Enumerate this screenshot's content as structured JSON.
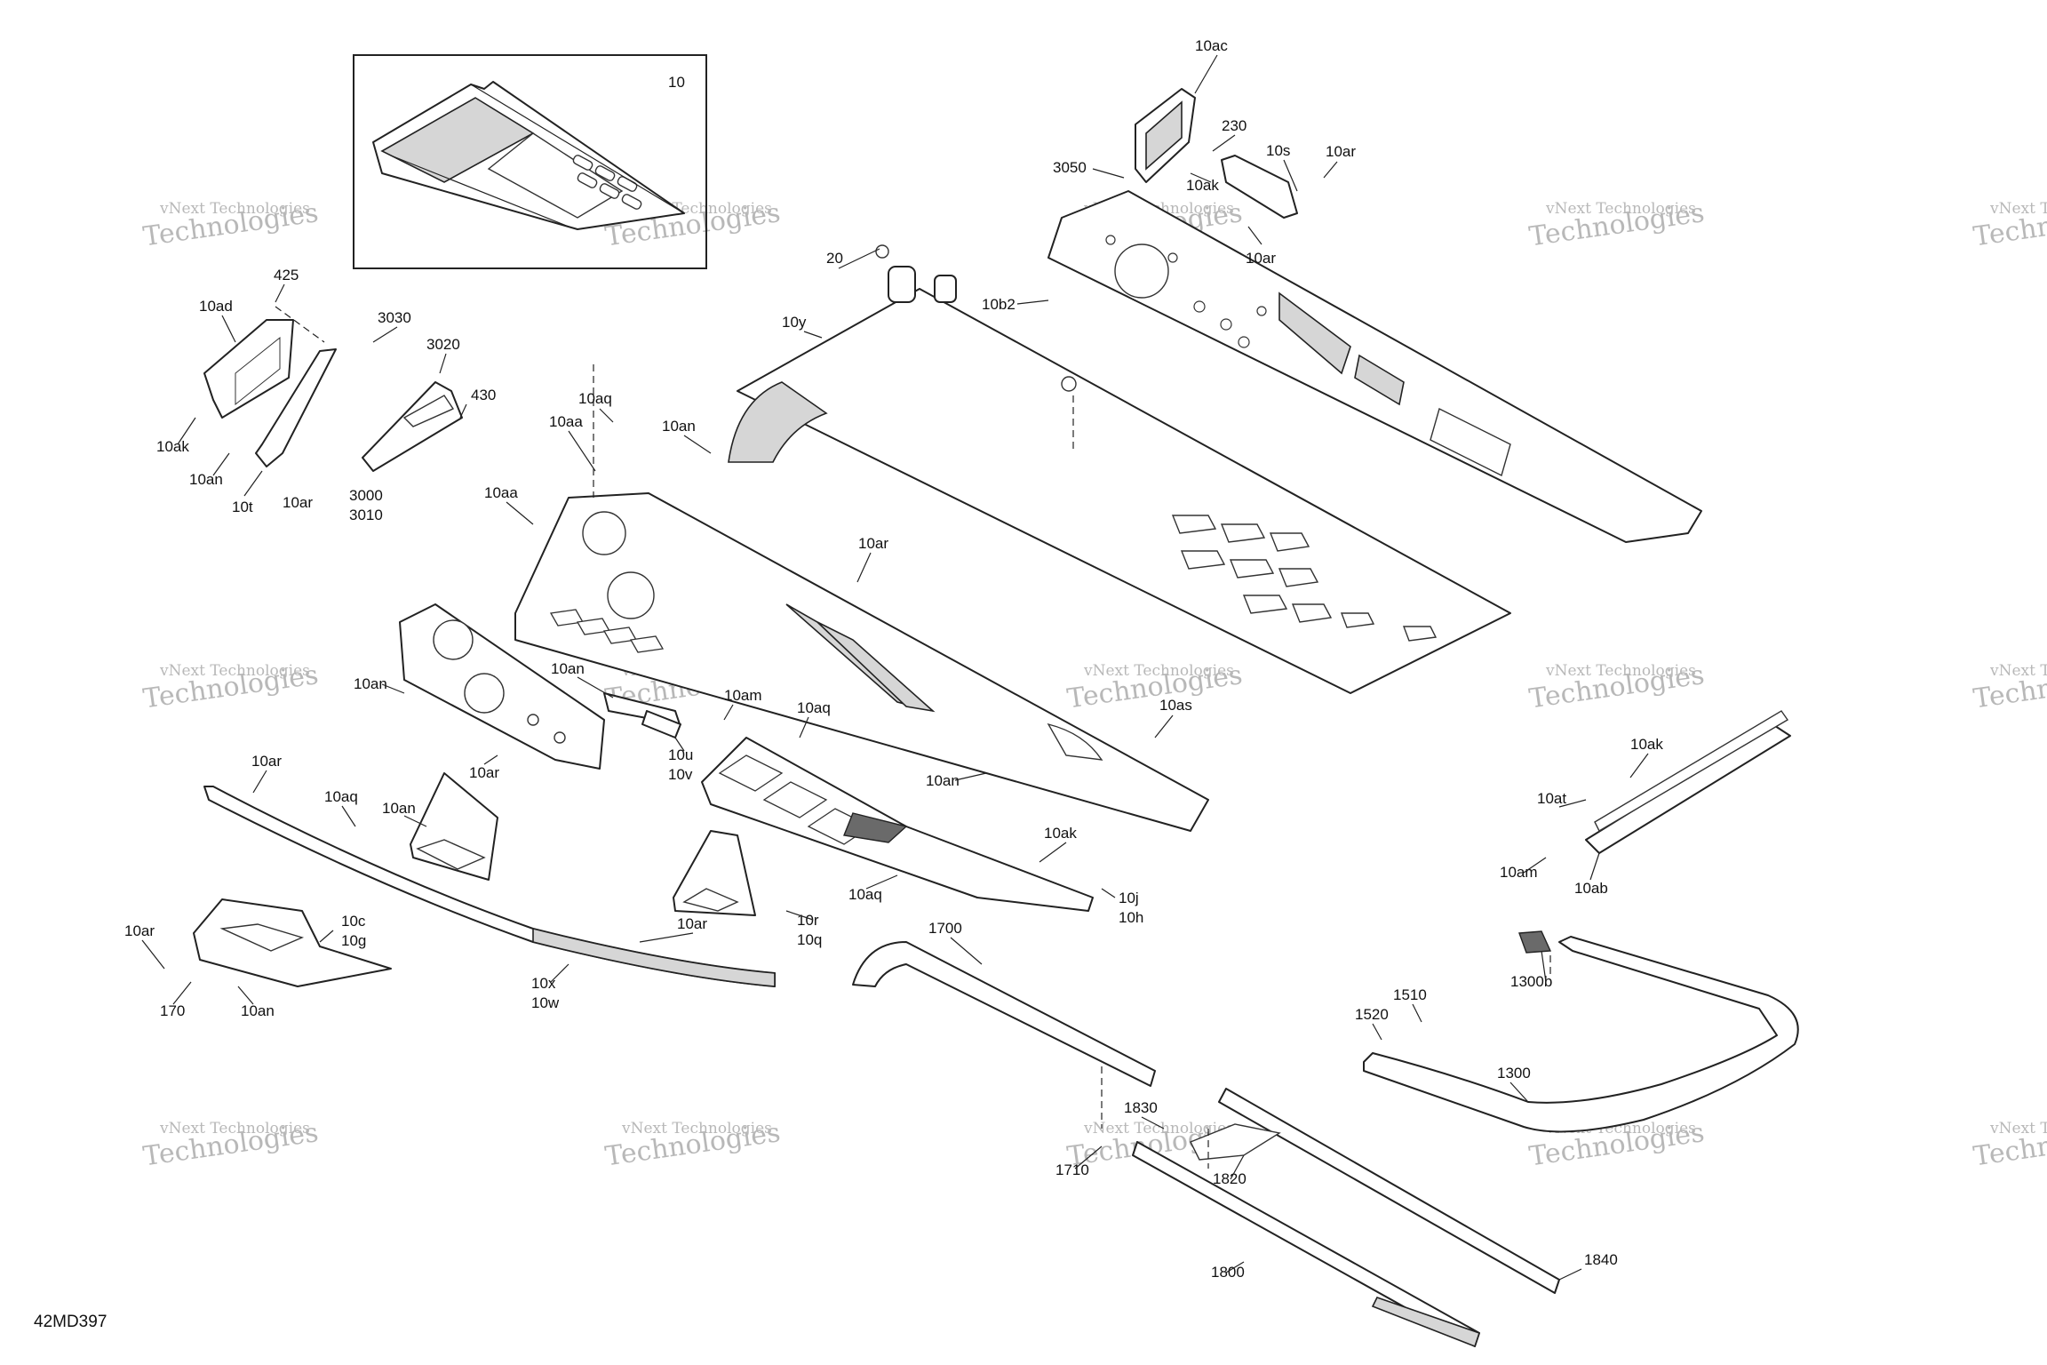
{
  "drawing_code": "42MD397",
  "watermark": {
    "line1": "vNext Technologies",
    "line2": "Technologies"
  },
  "callouts": [
    {
      "id": "c10",
      "text": "10"
    },
    {
      "id": "c10ac",
      "text": "10ac"
    },
    {
      "id": "c230",
      "text": "230"
    },
    {
      "id": "c10s",
      "text": "10s"
    },
    {
      "id": "c10ar_a",
      "text": "10ar"
    },
    {
      "id": "c3050",
      "text": "3050"
    },
    {
      "id": "c10ak_a",
      "text": "10ak"
    },
    {
      "id": "c10ar_b",
      "text": "10ar"
    },
    {
      "id": "c20",
      "text": "20"
    },
    {
      "id": "c10b2",
      "text": "10b2"
    },
    {
      "id": "c10y",
      "text": "10y"
    },
    {
      "id": "c425",
      "text": "425"
    },
    {
      "id": "c10ad",
      "text": "10ad"
    },
    {
      "id": "c3030",
      "text": "3030"
    },
    {
      "id": "c3020",
      "text": "3020"
    },
    {
      "id": "c430",
      "text": "430"
    },
    {
      "id": "c10ak_b",
      "text": "10ak"
    },
    {
      "id": "c10an_a",
      "text": "10an"
    },
    {
      "id": "c10t",
      "text": "10t"
    },
    {
      "id": "c10ar_c",
      "text": "10ar"
    },
    {
      "id": "c3000",
      "text": "3000"
    },
    {
      "id": "c3010",
      "text": "3010"
    },
    {
      "id": "c10aq_a",
      "text": "10aq"
    },
    {
      "id": "c10aa_a",
      "text": "10aa"
    },
    {
      "id": "c10an_b",
      "text": "10an"
    },
    {
      "id": "c10aa_b",
      "text": "10aa"
    },
    {
      "id": "c10ar_d",
      "text": "10ar"
    },
    {
      "id": "c10an_c",
      "text": "10an"
    },
    {
      "id": "c10an_d",
      "text": "10an"
    },
    {
      "id": "c10am_a",
      "text": "10am"
    },
    {
      "id": "c10aq_b",
      "text": "10aq"
    },
    {
      "id": "c10as",
      "text": "10as"
    },
    {
      "id": "c10ar_e",
      "text": "10ar"
    },
    {
      "id": "c10u",
      "text": "10u"
    },
    {
      "id": "c10v",
      "text": "10v"
    },
    {
      "id": "c10an_e",
      "text": "10an"
    },
    {
      "id": "c10ar_f",
      "text": "10ar"
    },
    {
      "id": "c10aq_c",
      "text": "10aq"
    },
    {
      "id": "c10an_f",
      "text": "10an"
    },
    {
      "id": "c10ak_c",
      "text": "10ak"
    },
    {
      "id": "c10ak_d",
      "text": "10ak"
    },
    {
      "id": "c10aq_d",
      "text": "10aq"
    },
    {
      "id": "c10j",
      "text": "10j"
    },
    {
      "id": "c10h",
      "text": "10h"
    },
    {
      "id": "c10r",
      "text": "10r"
    },
    {
      "id": "c10q",
      "text": "10q"
    },
    {
      "id": "c10ar_g",
      "text": "10ar"
    },
    {
      "id": "c10c",
      "text": "10c"
    },
    {
      "id": "c10g",
      "text": "10g"
    },
    {
      "id": "c10ar_h",
      "text": "10ar"
    },
    {
      "id": "c170",
      "text": "170"
    },
    {
      "id": "c10an_g",
      "text": "10an"
    },
    {
      "id": "c10x",
      "text": "10x"
    },
    {
      "id": "c10w",
      "text": "10w"
    },
    {
      "id": "c1700",
      "text": "1700"
    },
    {
      "id": "c10ak_e",
      "text": "10ak"
    },
    {
      "id": "c10at",
      "text": "10at"
    },
    {
      "id": "c10am_b",
      "text": "10am"
    },
    {
      "id": "c10ab",
      "text": "10ab"
    },
    {
      "id": "c1300b",
      "text": "1300b"
    },
    {
      "id": "c1510",
      "text": "1510"
    },
    {
      "id": "c1520",
      "text": "1520"
    },
    {
      "id": "c1300",
      "text": "1300"
    },
    {
      "id": "c1830",
      "text": "1830"
    },
    {
      "id": "c1820",
      "text": "1820"
    },
    {
      "id": "c1710",
      "text": "1710"
    },
    {
      "id": "c1840",
      "text": "1840"
    },
    {
      "id": "c1800",
      "text": "1800"
    }
  ]
}
